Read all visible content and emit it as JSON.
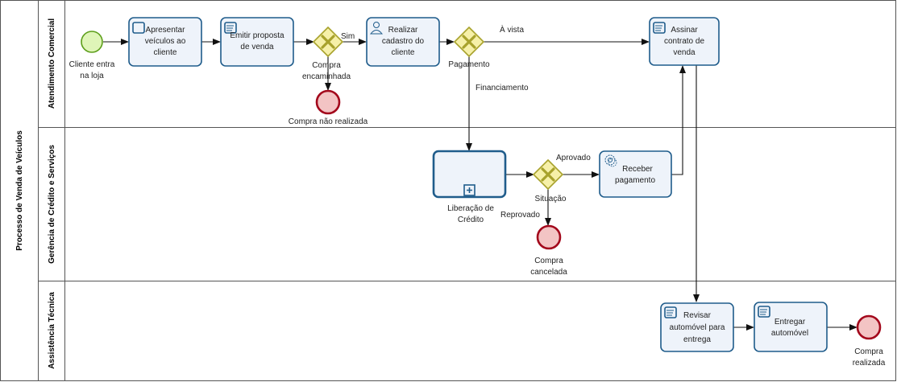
{
  "pool": {
    "label": "Processo de Venda de Veículos"
  },
  "lanes": {
    "commercial": {
      "label": "Atendimento Comercial"
    },
    "credit": {
      "label": "Gerência de Crédito e Serviços"
    },
    "technical": {
      "label": "Assistência Técnica"
    }
  },
  "events": {
    "start": {
      "line1": "Cliente entra",
      "line2": "na loja"
    },
    "not_done": {
      "line1": "Compra não realizada"
    },
    "cancelled": {
      "line1": "Compra",
      "line2": "cancelada"
    },
    "done": {
      "line1": "Compra",
      "line2": "realizada"
    }
  },
  "gateways": {
    "purchase": {
      "line1": "Compra",
      "line2": "encaminhada"
    },
    "payment": {
      "line1": "Pagamento"
    },
    "status": {
      "line1": "Situação"
    }
  },
  "tasks": {
    "present": {
      "line1": "Apresentar",
      "line2": "veículos ao",
      "line3": "cliente"
    },
    "proposal": {
      "line1": "Emitir proposta",
      "line2": "de venda"
    },
    "register": {
      "line1": "Realizar",
      "line2": "cadastro do",
      "line3": "cliente"
    },
    "contract": {
      "line1": "Assinar",
      "line2": "contrato de",
      "line3": "venda"
    },
    "credit": {
      "line1": "Liberação de",
      "line2": "Crédito"
    },
    "receive": {
      "line1": "Receber",
      "line2": "pagamento"
    },
    "review": {
      "line1": "Revisar",
      "line2": "automóvel para",
      "line3": "entrega"
    },
    "deliver": {
      "line1": "Entregar",
      "line2": "automóvel"
    }
  },
  "flows": {
    "sim": "Sim",
    "cash": "À vista",
    "financing": "Financiamento",
    "approved": "Aprovado",
    "rejected": "Reprovado"
  },
  "colors": {
    "task_stroke": "#1f5c8b",
    "task_fill": "#eef3fa",
    "start_fill": "#dff5b8",
    "start_stroke": "#5c9e1a",
    "end_fill": "#f3c4c4",
    "end_stroke": "#a3081c",
    "gateway_fill": "#f6f0a8",
    "gateway_stroke": "#a8a22c"
  }
}
